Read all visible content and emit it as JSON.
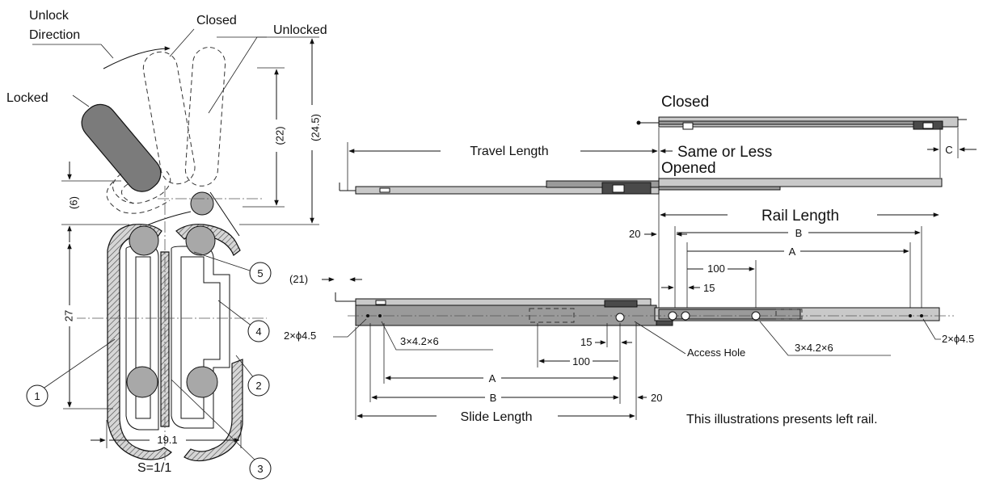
{
  "cross_section": {
    "unlock_direction_line1": "Unlock",
    "unlock_direction_line2": "Direction",
    "closed": "Closed",
    "unlocked": "Unlocked",
    "locked": "Locked",
    "dim_22": "(22)",
    "dim_24_5": "(24.5)",
    "dim_6": "(6)",
    "dim_27": "27",
    "dim_19_1": "19.1",
    "scale": "S=1/1",
    "callouts": [
      "1",
      "2",
      "3",
      "4",
      "5"
    ]
  },
  "side_view": {
    "closed": "Closed",
    "travel_length": "Travel Length",
    "same_or_less": "Same or Less",
    "opened": "Opened",
    "dim_c": "C",
    "rail_length": "Rail Length",
    "dim_20_left": "20",
    "dim_b_top": "B",
    "dim_a_top": "A",
    "dim_100_top": "100",
    "dim_15_top": "15",
    "dim_21": "(21)",
    "hole_2x45_left": "2×ϕ4.5",
    "hole_3x42_left": "3×4.2×6",
    "dim_15_bottom": "15",
    "dim_100_bottom": "100",
    "access_hole": "Access Hole",
    "hole_3x42_right": "3×4.2×6",
    "hole_2x45_right": "2×ϕ4.5",
    "dim_a_bottom": "A",
    "dim_b_bottom": "B",
    "dim_20_bottom": "20",
    "slide_length": "Slide Length",
    "note": "This illustrations presents left rail."
  },
  "colors": {
    "line": "#111111",
    "rail_fill": "#9a9a9a",
    "rail_dark": "#4a4a4a"
  }
}
